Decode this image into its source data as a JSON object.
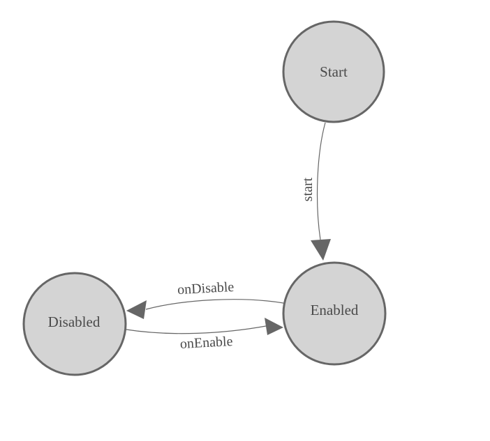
{
  "diagram": {
    "type": "state-machine",
    "background": "#ffffff",
    "nodes": [
      {
        "id": "start",
        "label": "Start"
      },
      {
        "id": "enabled",
        "label": "Enabled"
      },
      {
        "id": "disabled",
        "label": "Disabled"
      }
    ],
    "edges": [
      {
        "from": "Start",
        "to": "Enabled",
        "label": "start"
      },
      {
        "from": "Enabled",
        "to": "Disabled",
        "label": "onDisable"
      },
      {
        "from": "Disabled",
        "to": "Enabled",
        "label": "onEnable"
      }
    ],
    "colors": {
      "node_fill": "#d4d4d4",
      "node_stroke": "#666666",
      "edge_stroke": "#666666",
      "arrow_fill": "#666666",
      "label_text": "#4a4a4a"
    }
  }
}
